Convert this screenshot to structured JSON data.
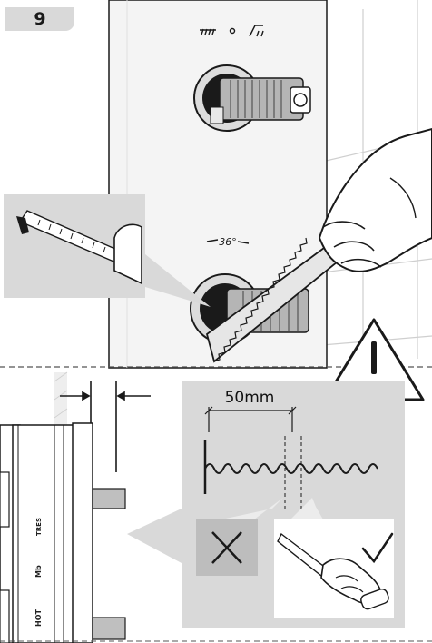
{
  "step": {
    "number": "9"
  },
  "dimension": {
    "label": "50mm"
  },
  "angle_label": "36°",
  "dial_marks": {
    "cold": "ππ",
    "hot": "/∏"
  },
  "cartridge_marks": [
    "TRES",
    "Mb",
    "HOT"
  ],
  "icons": [
    "warning-triangle-icon",
    "cross-icon",
    "check-icon"
  ],
  "colors": {
    "panel_gray": "#d9d9d9",
    "line": "#1a1a1a",
    "shade": "#bfbfbf"
  }
}
